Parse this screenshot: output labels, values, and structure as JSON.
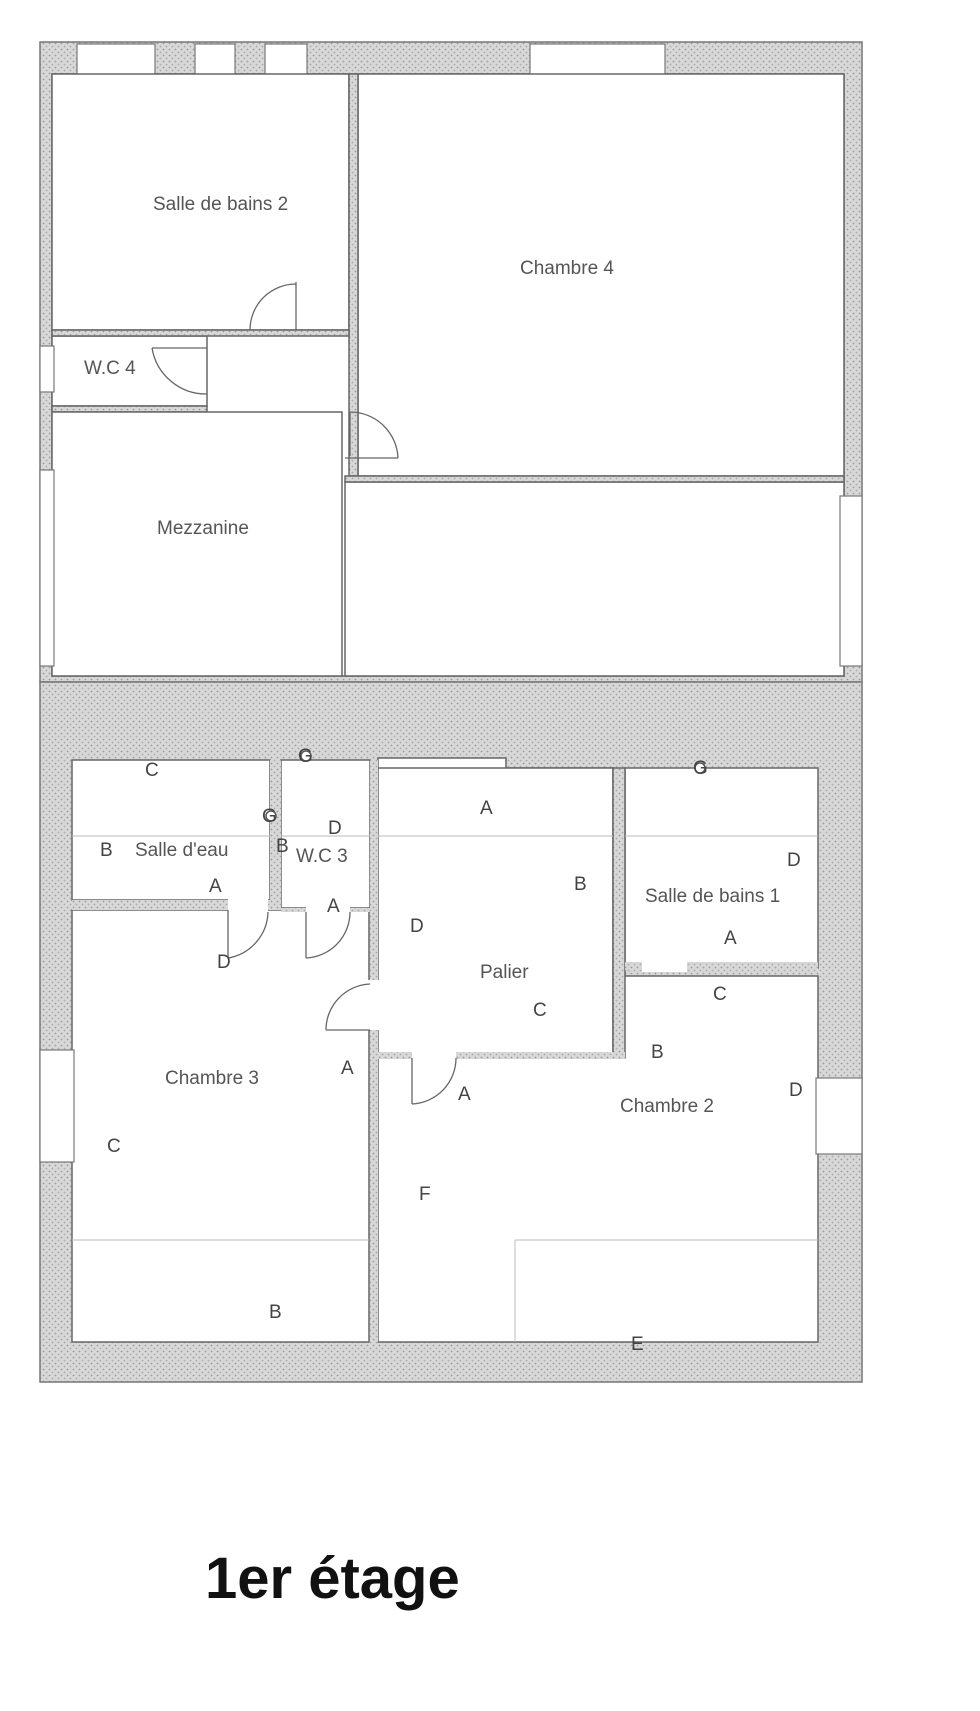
{
  "floor_title": "1er étage",
  "rooms": {
    "salle_de_bains_2": "Salle de bains 2",
    "chambre_4": "Chambre 4",
    "wc_4": "W.C 4",
    "mezzanine": "Mezzanine",
    "salle_deau": "Salle d'eau",
    "wc_3": "W.C 3",
    "palier": "Palier",
    "salle_de_bains_1": "Salle de bains 1",
    "chambre_3": "Chambre 3",
    "chambre_2": "Chambre 2"
  },
  "markers": {
    "c1": "C",
    "b1": "B",
    "a1": "A",
    "d1": "D",
    "g1": "G",
    "g2": "G",
    "d2": "D",
    "b2": "B",
    "a2": "A",
    "a3": "A",
    "b3": "B",
    "d3": "D",
    "c3": "C",
    "a4": "A",
    "g3": "G",
    "d4": "D",
    "a5": "A",
    "c4": "C",
    "b4": "B",
    "d5": "D",
    "a6": "A",
    "c5": "C",
    "f1": "F",
    "b5": "B",
    "e1": "E"
  },
  "colors": {
    "wall_fill": "#d4d4d4",
    "wall_line": "#777777",
    "interior_line": "#666666",
    "background": "#ffffff"
  }
}
